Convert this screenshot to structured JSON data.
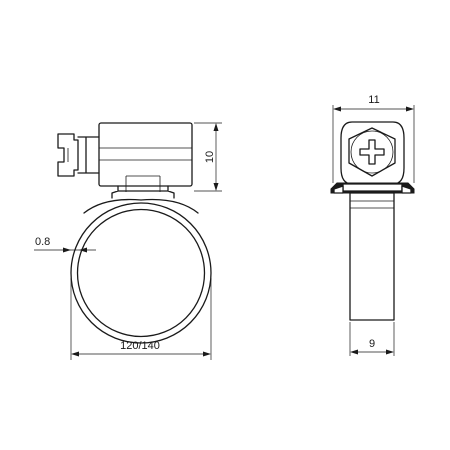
{
  "diagram": {
    "dimensions": {
      "housing_height": "10",
      "band_thickness": "0.8",
      "diameter_range": "120/140",
      "housing_width": "11",
      "band_width": "9"
    }
  }
}
